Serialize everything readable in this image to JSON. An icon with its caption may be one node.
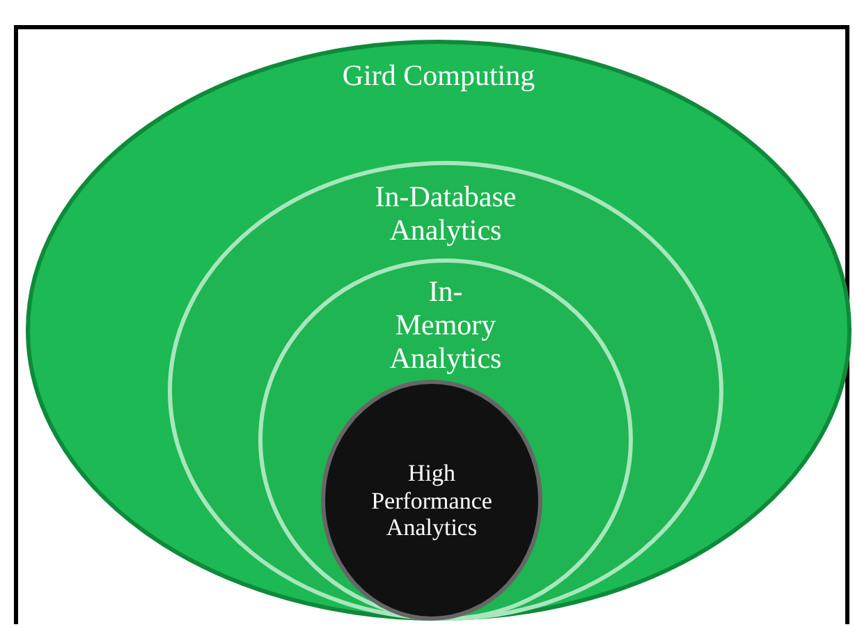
{
  "diagram": {
    "nodes": [
      {
        "text": [
          "Gird Computing"
        ]
      },
      {
        "text": [
          "In-Database Analytics"
        ],
        "in": 0
      },
      {
        "text": [
          "In- Memory Analytics"
        ],
        "in": 1
      },
      {
        "text": [
          "High Performance Analytics"
        ],
        "in": 2
      }
    ],
    "edges": []
  }
}
